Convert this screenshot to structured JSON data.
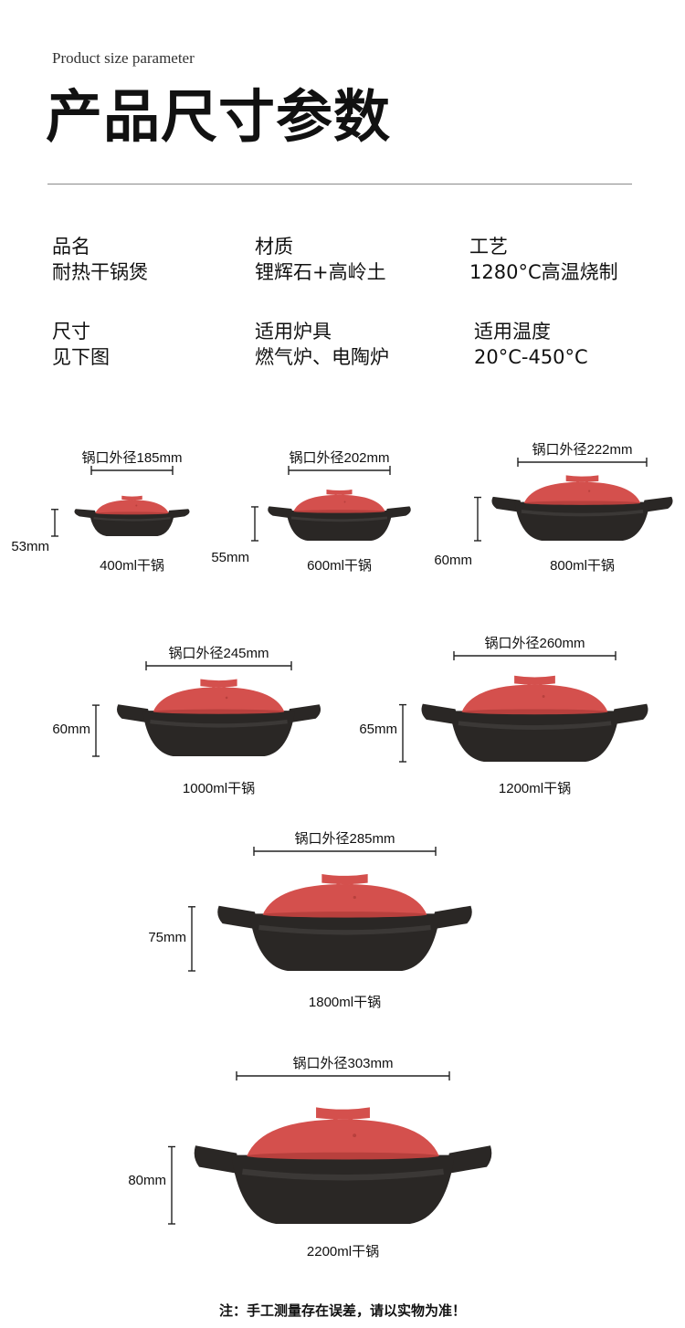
{
  "header": {
    "subtitle": "Product size parameter",
    "title": "产品尺寸参数"
  },
  "specs": [
    {
      "label": "品名",
      "value": "耐热干锅煲"
    },
    {
      "label": "材质",
      "value": "锂辉石+高岭土"
    },
    {
      "label": "工艺",
      "value": "1280°C高温烧制"
    },
    {
      "label": "尺寸",
      "value": "见下图"
    },
    {
      "label": "适用炉具",
      "value": "燃气炉、电陶炉"
    },
    {
      "label": "适用温度",
      "value": "20°C-450°C"
    }
  ],
  "pots": [
    {
      "diameter_label": "锅口外径185mm",
      "height_label": "53mm",
      "capacity_label": "400ml干锅"
    },
    {
      "diameter_label": "锅口外径202mm",
      "height_label": "55mm",
      "capacity_label": "600ml干锅"
    },
    {
      "diameter_label": "锅口外径222mm",
      "height_label": "60mm",
      "capacity_label": "800ml干锅"
    },
    {
      "diameter_label": "锅口外径245mm",
      "height_label": "60mm",
      "capacity_label": "1000ml干锅"
    },
    {
      "diameter_label": "锅口外径260mm",
      "height_label": "65mm",
      "capacity_label": "1200ml干锅"
    },
    {
      "diameter_label": "锅口外径285mm",
      "height_label": "75mm",
      "capacity_label": "1800ml干锅"
    },
    {
      "diameter_label": "锅口外径303mm",
      "height_label": "80mm",
      "capacity_label": "2200ml干锅"
    }
  ],
  "note": "注：手工测量存在误差，请以实物为准！",
  "colors": {
    "lid": "#d4504d",
    "lid_dark": "#b8403d",
    "body": "#2a2725",
    "body_light": "#3b3836",
    "line": "#222222"
  }
}
